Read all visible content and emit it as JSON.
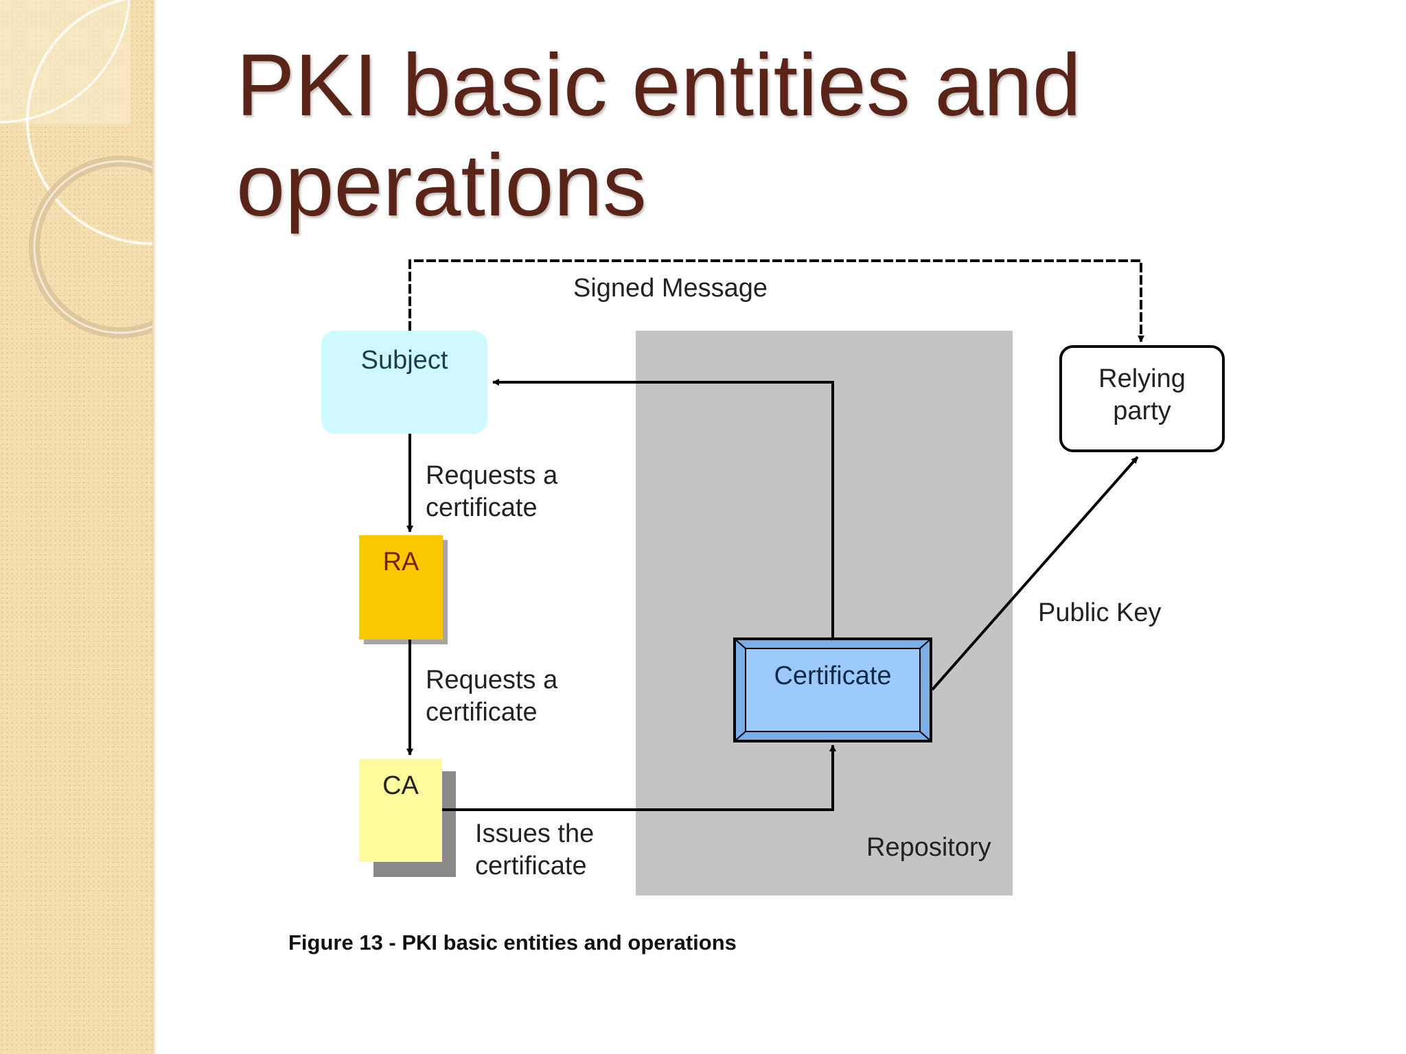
{
  "slide": {
    "title": "PKI basic entities and operations",
    "figure_caption": "Figure 13 - PKI basic entities and operations"
  },
  "diagram": {
    "nodes": {
      "subject": "Subject",
      "ra": "RA",
      "ca": "CA",
      "certificate": "Certificate",
      "relying_party": "Relying\nparty",
      "repository": "Repository"
    },
    "edges": {
      "signed_message": "Signed Message",
      "requests_certificate_1": "Requests a\ncertificate",
      "requests_certificate_2": "Requests a\ncertificate",
      "issues_certificate": "Issues the\ncertificate",
      "public_key": "Public Key"
    },
    "colors": {
      "subject_fill": "#ccfafe",
      "ra_fill": "#fac800",
      "ca_fill": "#fefb9c",
      "certificate_fill": "#9ccbfb",
      "repository_fill": "#c4c3c6",
      "title_color": "#5b2418"
    }
  }
}
